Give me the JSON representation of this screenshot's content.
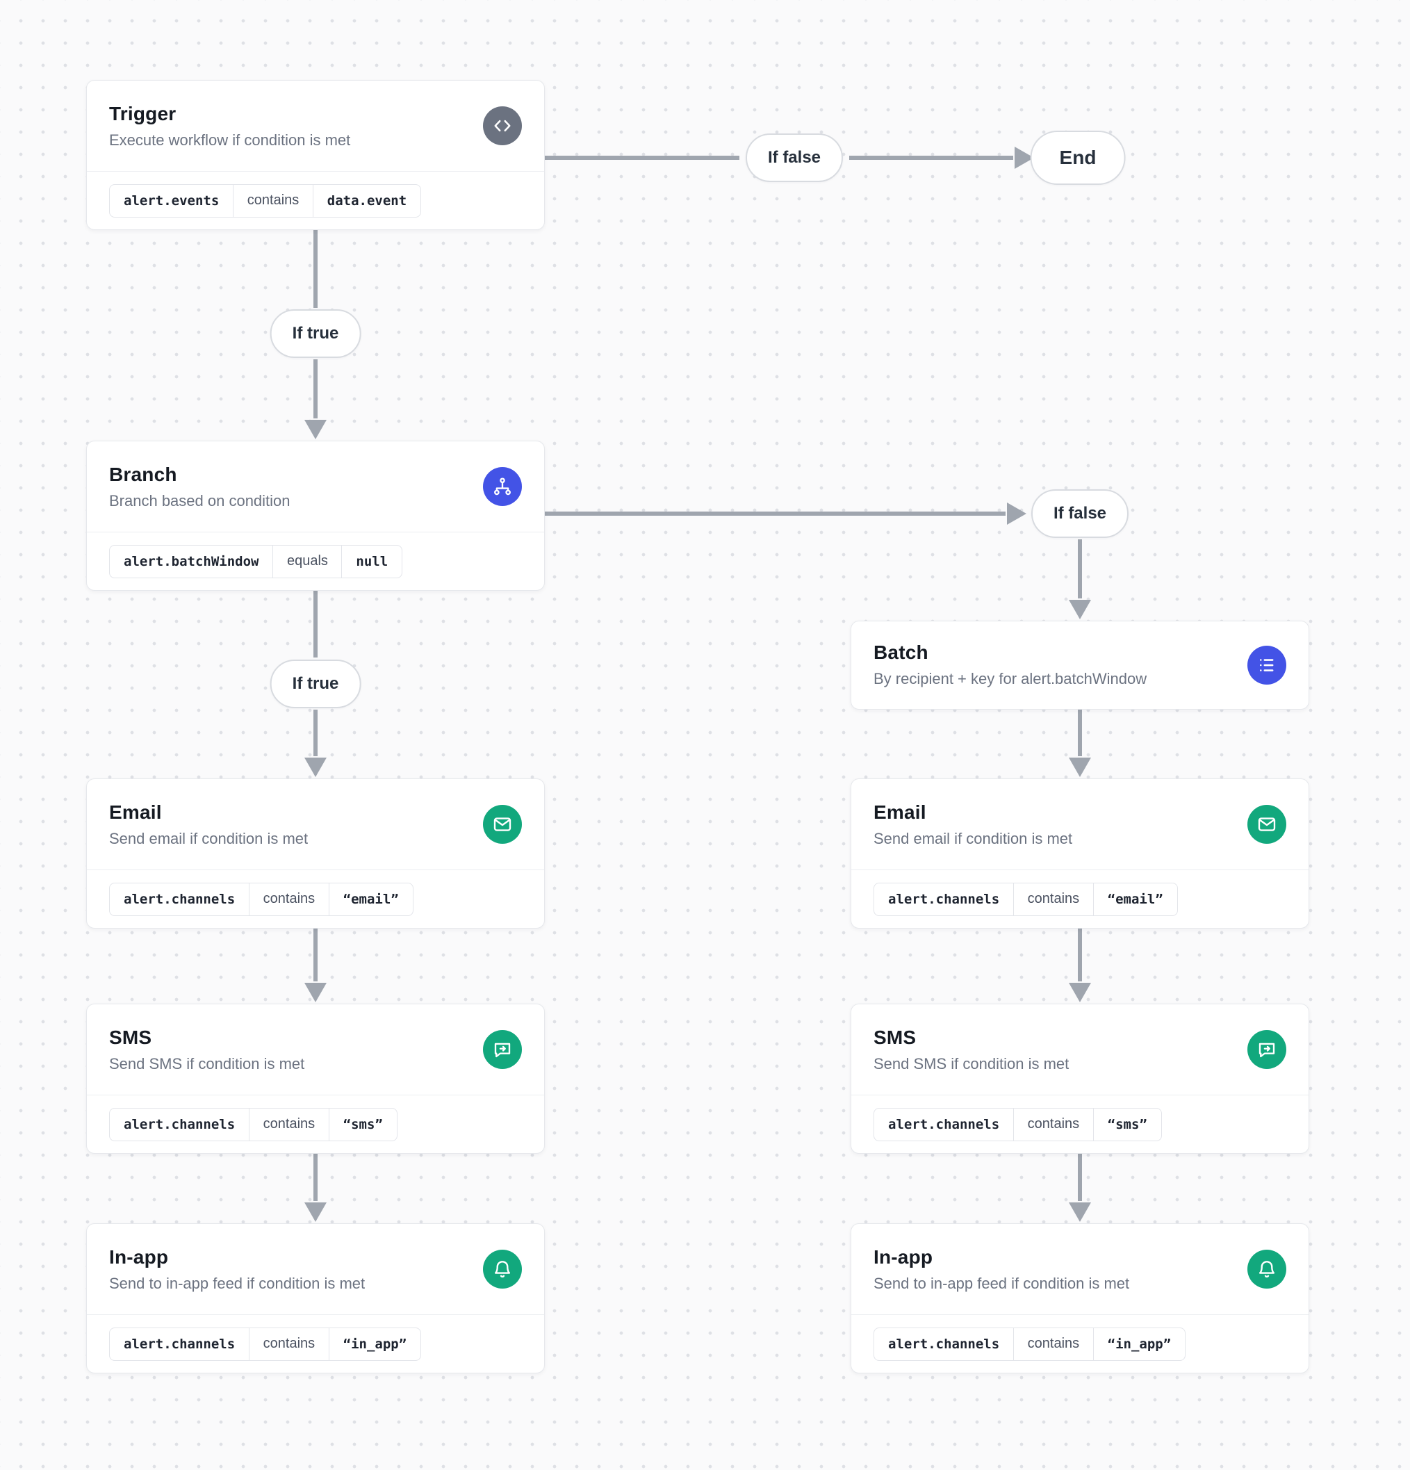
{
  "colors": {
    "accent_blue": "#4353E6",
    "accent_green": "#12A87D",
    "accent_gray": "#6B7280",
    "arrow_gray": "#9FA5AE"
  },
  "edge_labels": {
    "if_true": "If true",
    "if_false": "If false"
  },
  "end_node": {
    "label": "End"
  },
  "nodes": {
    "trigger": {
      "title": "Trigger",
      "subtitle": "Execute workflow if condition is met",
      "icon": "code-icon",
      "condition": {
        "field": "alert.events",
        "operator": "contains",
        "value": "data.event"
      }
    },
    "branch": {
      "title": "Branch",
      "subtitle": "Branch based on condition",
      "icon": "branch-icon",
      "condition": {
        "field": "alert.batchWindow",
        "operator": "equals",
        "value": "null"
      }
    },
    "batch": {
      "title": "Batch",
      "subtitle": "By recipient + key for alert.batchWindow",
      "icon": "list-icon"
    },
    "email": {
      "title": "Email",
      "subtitle": "Send email if condition is met",
      "icon": "email-icon",
      "condition": {
        "field": "alert.channels",
        "operator": "contains",
        "value": "“email”"
      }
    },
    "sms": {
      "title": "SMS",
      "subtitle": "Send SMS if condition is met",
      "icon": "sms-icon",
      "condition": {
        "field": "alert.channels",
        "operator": "contains",
        "value": "“sms”"
      }
    },
    "in_app": {
      "title": "In-app",
      "subtitle": "Send to in-app feed if condition is met",
      "icon": "bell-icon",
      "condition": {
        "field": "alert.channels",
        "operator": "contains",
        "value": "“in_app”"
      }
    }
  }
}
